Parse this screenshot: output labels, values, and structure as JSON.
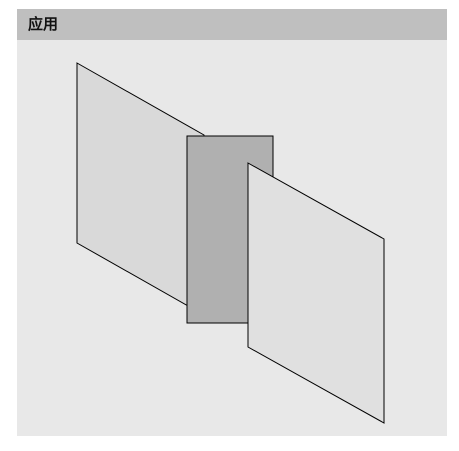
{
  "panel": {
    "title": "应用"
  },
  "figure": {
    "shapes": [
      {
        "name": "back-panel",
        "fill": "#d9d9d9",
        "stroke": "#000000"
      },
      {
        "name": "middle-panel",
        "fill": "#b0b0b0",
        "stroke": "#000000"
      },
      {
        "name": "front-panel",
        "fill": "#e0e0e0",
        "stroke": "#000000"
      }
    ]
  },
  "colors": {
    "page_background": "#ffffff",
    "panel_background": "#e8e8e8",
    "header_background": "#bfbfbf",
    "stroke": "#000000"
  }
}
